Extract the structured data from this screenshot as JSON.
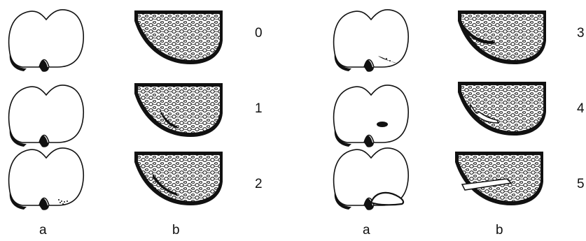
{
  "grades": [
    "0",
    "1",
    "2",
    "3",
    "4",
    "5"
  ],
  "column_labels": [
    "a",
    "b",
    "a",
    "b"
  ],
  "colors": {
    "ink": "#111111",
    "paper": "#ffffff"
  }
}
